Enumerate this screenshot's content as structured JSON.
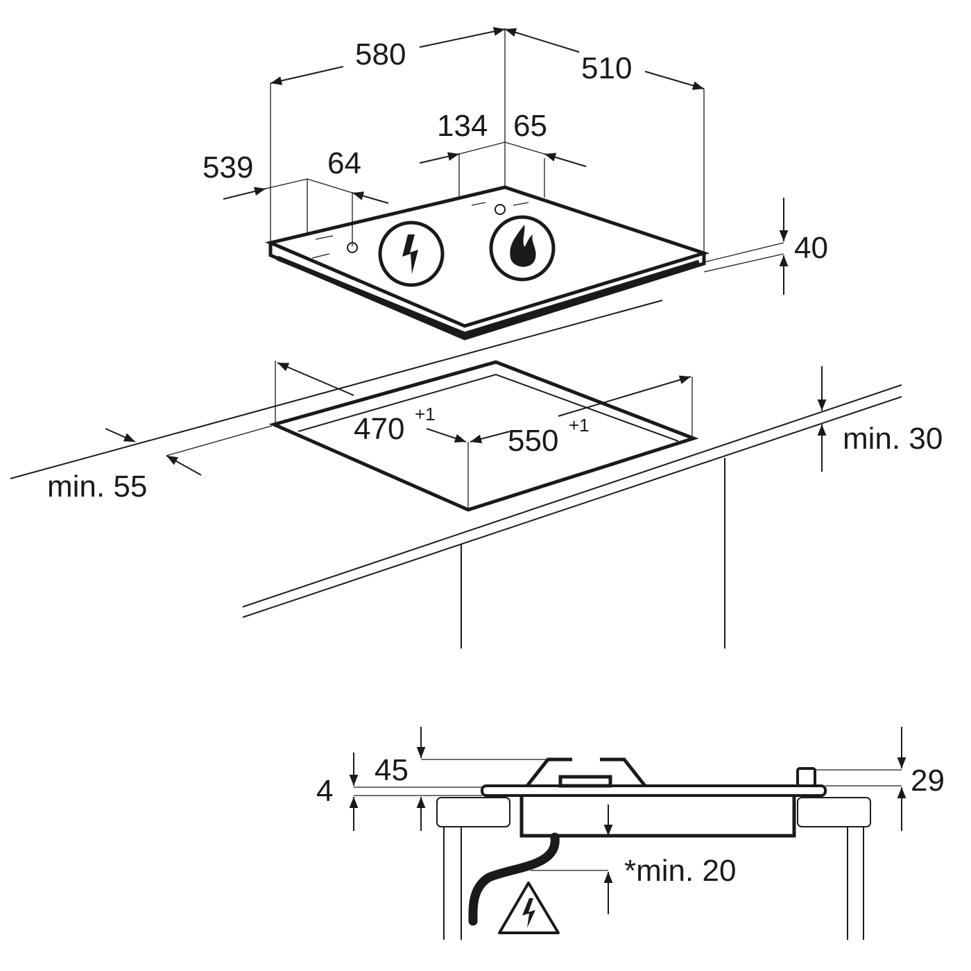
{
  "title": "Hob installation dimensions",
  "colors": {
    "ink": "#1a1a1a",
    "background": "#ffffff"
  },
  "hob": {
    "width": "580",
    "depth": "510",
    "rear_offset_left": "134",
    "rear_offset_right": "65",
    "left_offset": "539",
    "left_inner": "64",
    "height": "40",
    "icons": [
      "electric-lightning-icon",
      "gas-flame-icon"
    ]
  },
  "cutout": {
    "depth": "470",
    "depth_tolerance": "+1",
    "width": "550",
    "width_tolerance": "+1",
    "min_thickness": "min. 30",
    "min_front": "min. 55"
  },
  "section": {
    "burner_height": "45",
    "plate_thickness": "4",
    "knob_height": "29",
    "clearance": "*min. 20",
    "warning_icon": "electrical-hazard-triangle-icon"
  }
}
